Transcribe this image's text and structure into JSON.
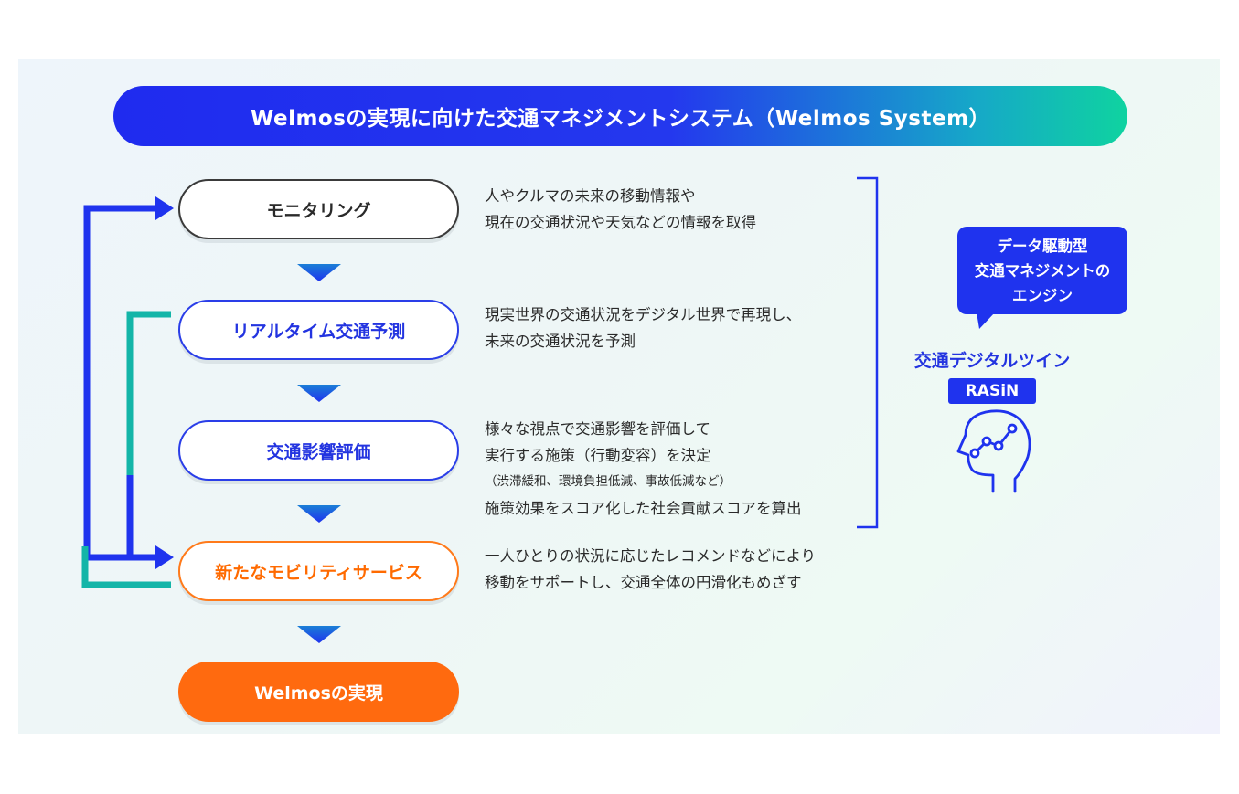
{
  "title": "Welmosの実現に向けた交通マネジメントシステム（Welmos System）",
  "steps": [
    {
      "label": "モニタリング"
    },
    {
      "label": "リアルタイム交通予測"
    },
    {
      "label": "交通影響評価"
    },
    {
      "label": "新たなモビリティサービス"
    },
    {
      "label": "Welmosの実現"
    }
  ],
  "descriptions": {
    "monitoring": [
      "人やクルマの未来の移動情報や",
      "現在の交通状況や天気などの情報を取得"
    ],
    "prediction": [
      "現実世界の交通状況をデジタル世界で再現し、",
      "未来の交通状況を予測"
    ],
    "evaluation": [
      "様々な視点で交通影響を評価して",
      "実行する施策（行動変容）を決定",
      "（渋滞緩和、環境負担低減、事故低減など）",
      "施策効果をスコア化した社会貢献スコアを算出"
    ],
    "mobility": [
      "一人ひとりの状況に応じたレコメンドなどにより",
      "移動をサポートし、交通全体の円滑化もめざす"
    ]
  },
  "bubble": [
    "データ駆動型",
    "交通マネジメントの",
    "エンジン"
  ],
  "digital_twin_label": "交通デジタルツイン",
  "engine_name": "RASiN",
  "colors": {
    "blue": "#1f33ee",
    "teal": "#13b5a8",
    "orange": "#ff6a0f",
    "dark": "#2a2a2a"
  },
  "icons": [
    "head-network-icon",
    "down-triangle-icon",
    "arrow-right-icon"
  ]
}
